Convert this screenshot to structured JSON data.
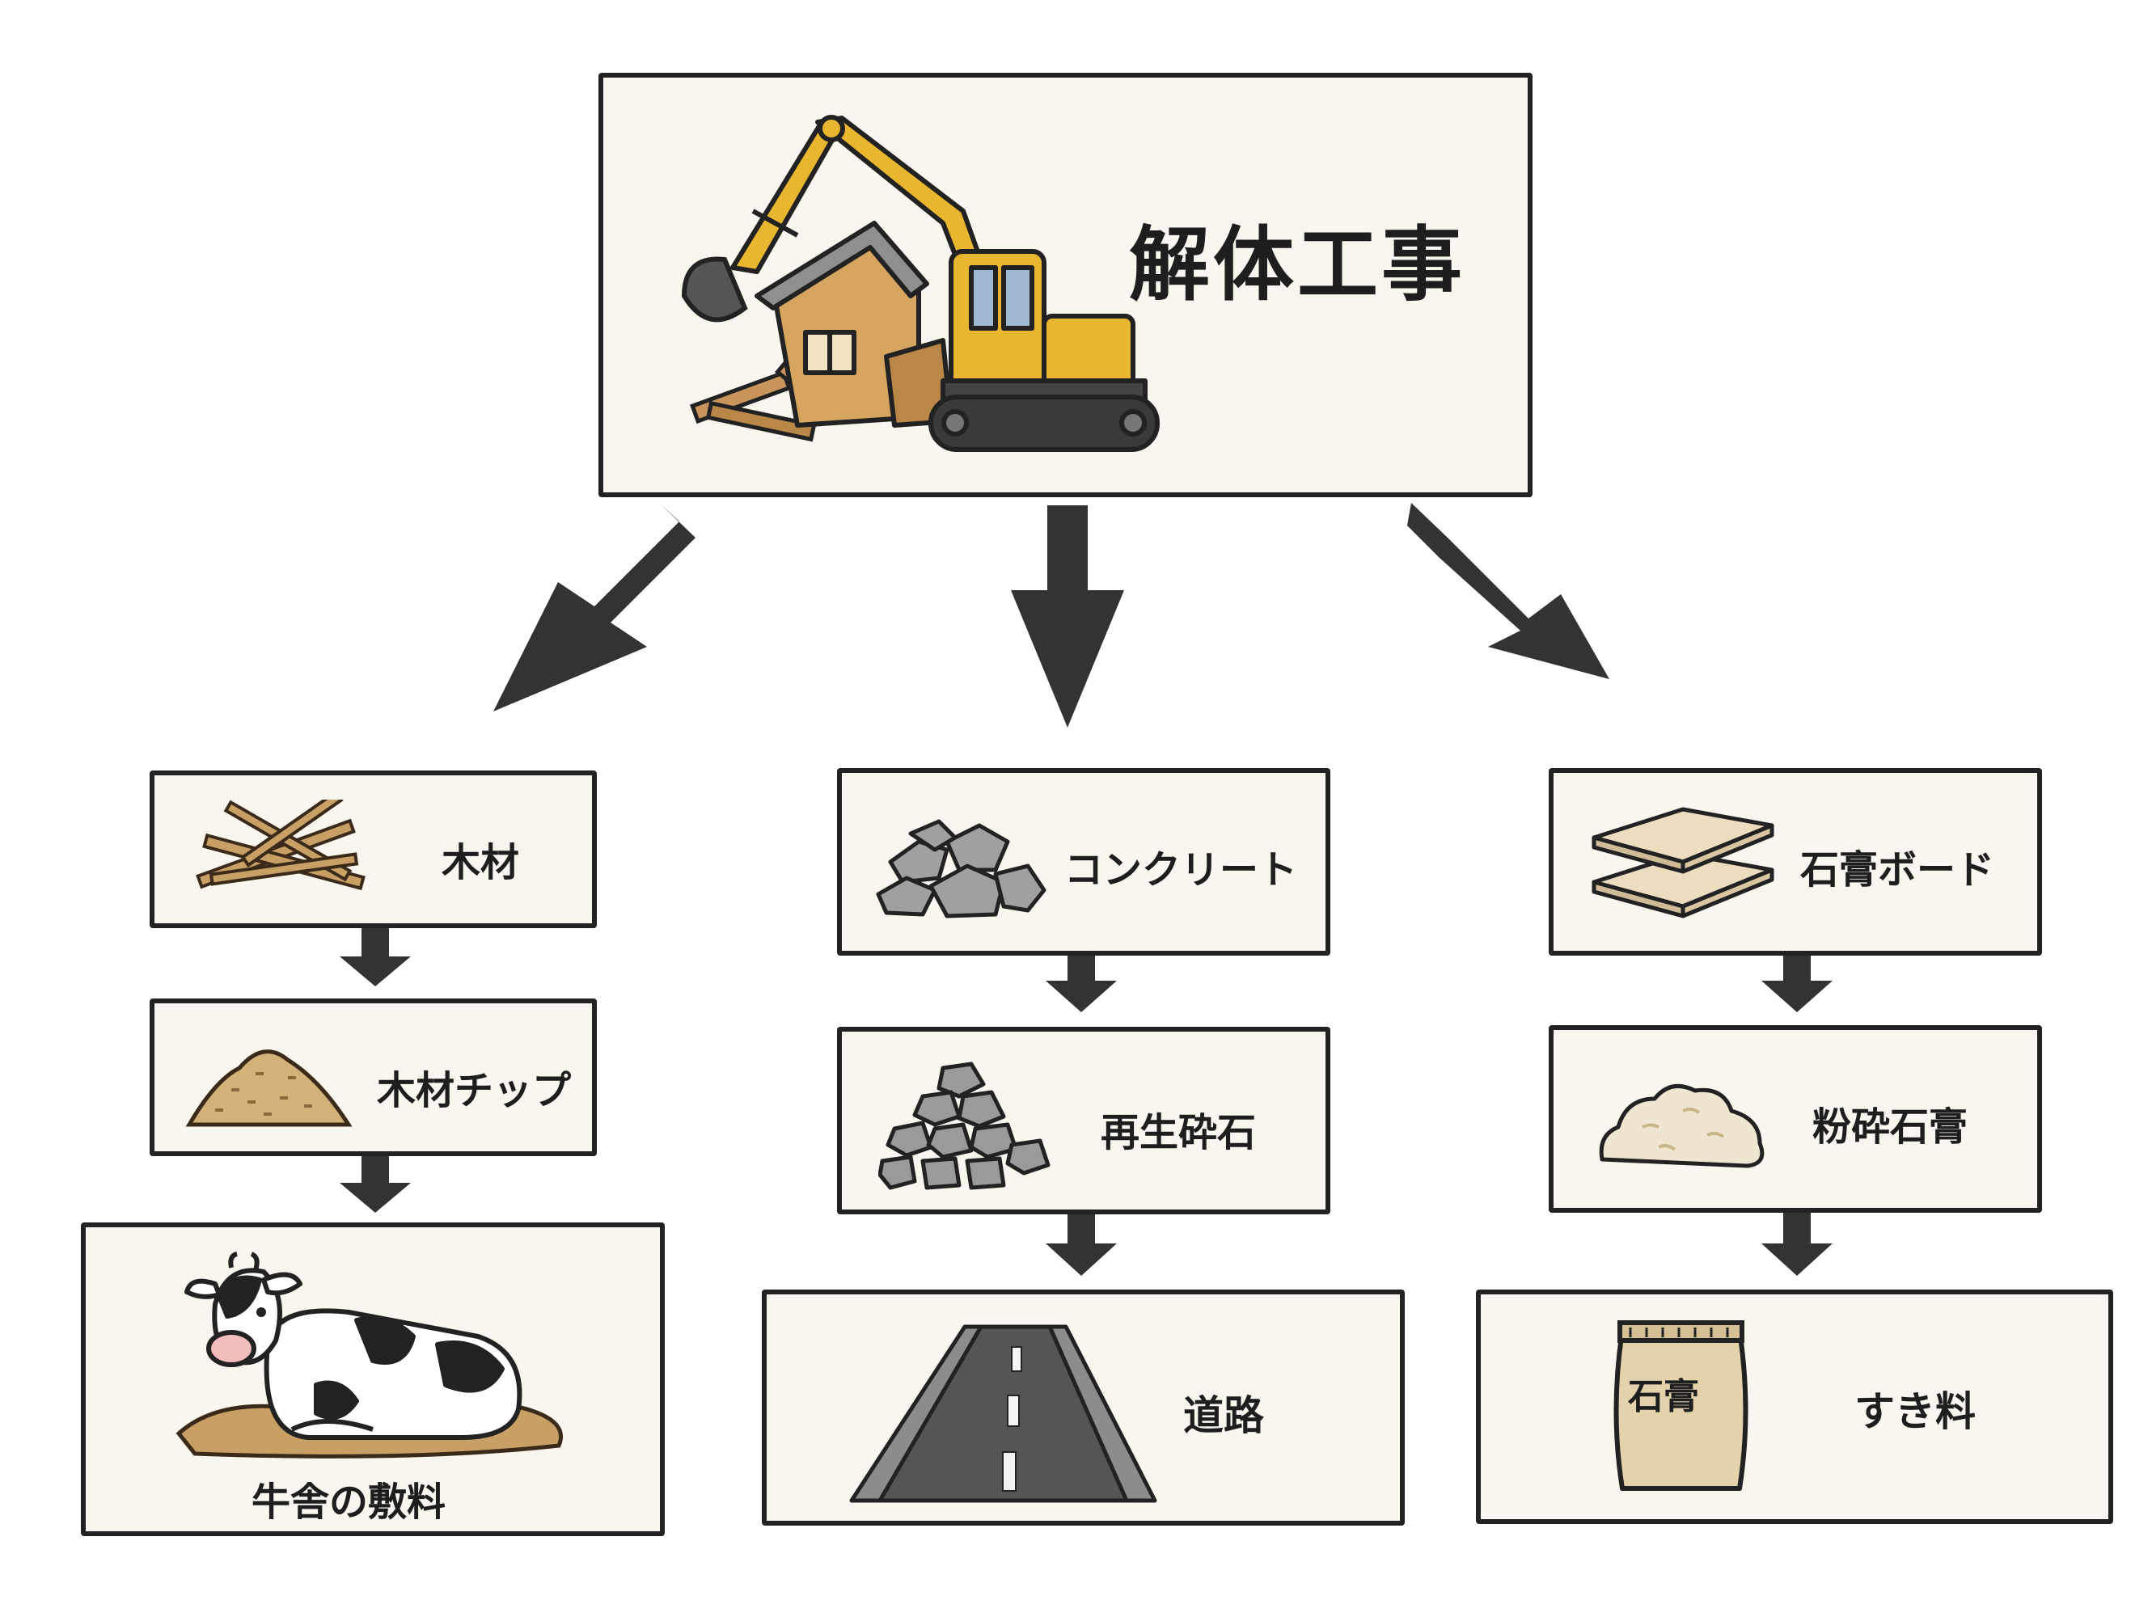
{
  "top": {
    "label": "解体工事",
    "icon": "excavator-demolishing-house-icon"
  },
  "columns": [
    {
      "id": "wood",
      "steps": [
        {
          "label": "木材",
          "icon": "wood-planks-icon"
        },
        {
          "label": "木材チップ",
          "icon": "wood-chip-pile-icon"
        },
        {
          "label": "牛舎の敷料",
          "icon": "cow-on-bedding-icon"
        }
      ]
    },
    {
      "id": "concrete",
      "steps": [
        {
          "label": "コンクリート",
          "icon": "concrete-rubble-icon"
        },
        {
          "label": "再生砕石",
          "icon": "crushed-stone-pile-icon"
        },
        {
          "label": "道路",
          "icon": "road-icon"
        }
      ]
    },
    {
      "id": "gypsum",
      "steps": [
        {
          "label": "石膏ボード",
          "icon": "gypsum-board-icon"
        },
        {
          "label": "粉砕石膏",
          "icon": "crushed-gypsum-icon"
        },
        {
          "label": "すき料",
          "icon": "gypsum-bag-icon"
        }
      ]
    }
  ],
  "bag_label": "石膏",
  "colors": {
    "box_fill": "#f8f6ee",
    "border": "#222222",
    "arrow": "#333333",
    "excavator": "#e9b62f",
    "wood": "#c8a065",
    "stone": "#9a9a9a",
    "road": "#666666",
    "gypsum": "#e8dcc2"
  }
}
